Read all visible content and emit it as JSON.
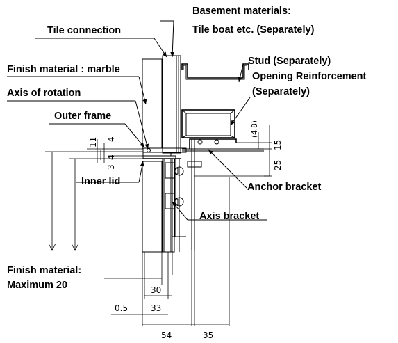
{
  "labels": {
    "basement_1": "Basement materials:",
    "basement_2": "Tile boat etc. (Separately)",
    "tile_connection": "Tile connection",
    "stud": "Stud (Separately)",
    "opening_1": "Opening Reinforcement",
    "opening_2": "(Separately)",
    "finish_marble": "Finish material : marble",
    "axis_rotation": "Axis of rotation",
    "outer_frame": "Outer frame",
    "anchor_bracket": "Anchor bracket",
    "inner_lid": "Inner lid",
    "axis_bracket": "Axis bracket",
    "finish_max_1": "Finish material:",
    "finish_max_2": "Maximum 20"
  },
  "dimensions": {
    "d11": "11",
    "d4a": "4",
    "d4b": "4",
    "d3": "3",
    "d48": "(4.8)",
    "d15": "15",
    "d25": "25",
    "d30": "30",
    "d33": "33",
    "d05": "0.5",
    "d54": "54",
    "d35": "35"
  }
}
